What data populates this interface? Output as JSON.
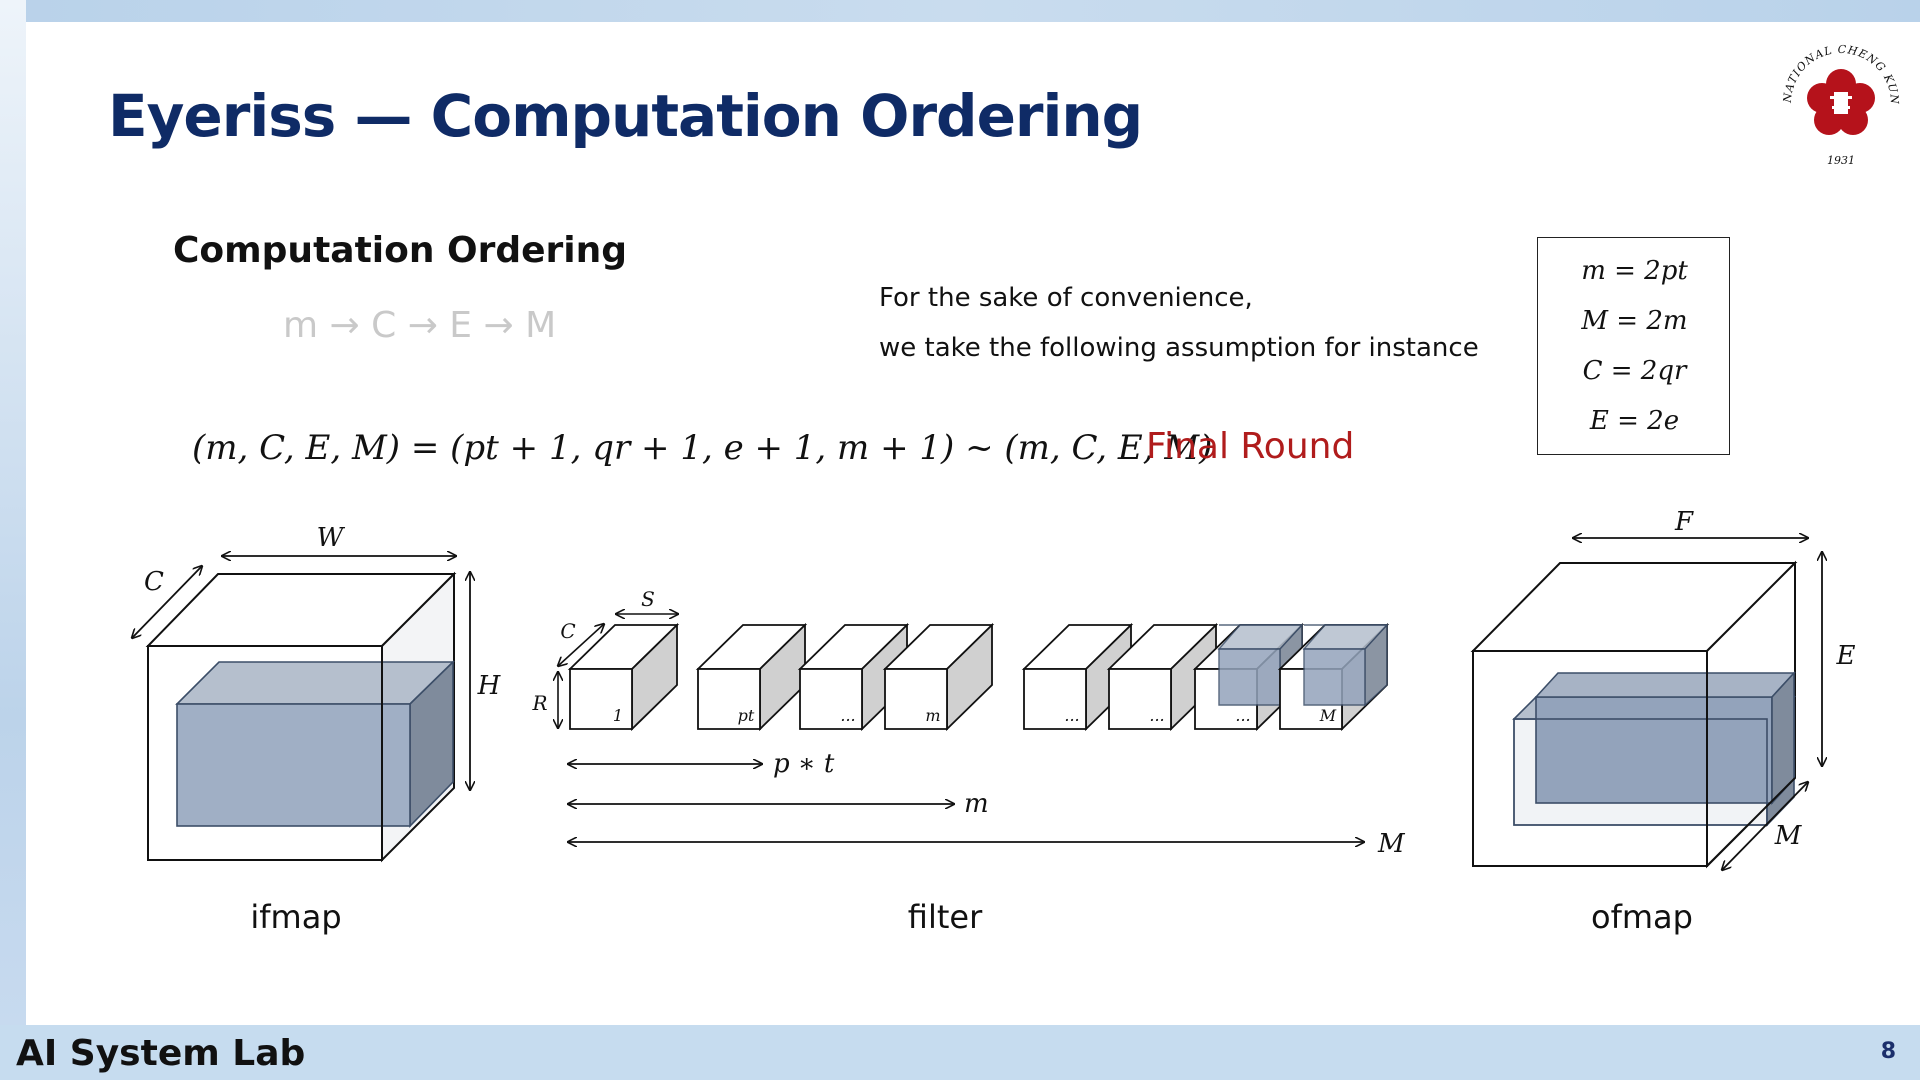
{
  "slide": {
    "title": "Eyeriss — Computation Ordering",
    "subtitle": "Computation Ordering",
    "order": "m → C → E → M",
    "note_line1": "For the sake of convenience,",
    "note_line2": "we take the following assumption for instance",
    "formula": "(m, C, E, M) = (pt + 1, qr + 1, e + 1, m + 1) ~ (m, C, E, M)",
    "final_round": "Final Round",
    "assumptions": [
      "m = 2pt",
      "M = 2m",
      "C = 2qr",
      "E = 2e"
    ],
    "page_number": "8",
    "footer_lab": "AI System Lab",
    "accent_color": "#0f2b66",
    "highlight_color": "#b01c1c"
  },
  "logo": {
    "text": "NATIONAL CHENG KUNG UNIVERSITY",
    "year": "1931",
    "color": "#b5121b",
    "icon": "university-seal-icon"
  },
  "diagram": {
    "ifmap": {
      "caption": "ifmap",
      "labels": {
        "width": "W",
        "height": "H",
        "channels": "C"
      }
    },
    "filter": {
      "caption": "filter",
      "labels": {
        "S": "S",
        "C": "C",
        "R": "R"
      },
      "box_labels": [
        "1",
        "pt",
        "...",
        "m",
        "...",
        "...",
        "...",
        "M"
      ],
      "span_labels": {
        "pt": "p ∗ t",
        "m": "m",
        "M": "M"
      }
    },
    "ofmap": {
      "caption": "ofmap",
      "labels": {
        "width": "F",
        "height": "E",
        "channels": "M"
      }
    }
  }
}
